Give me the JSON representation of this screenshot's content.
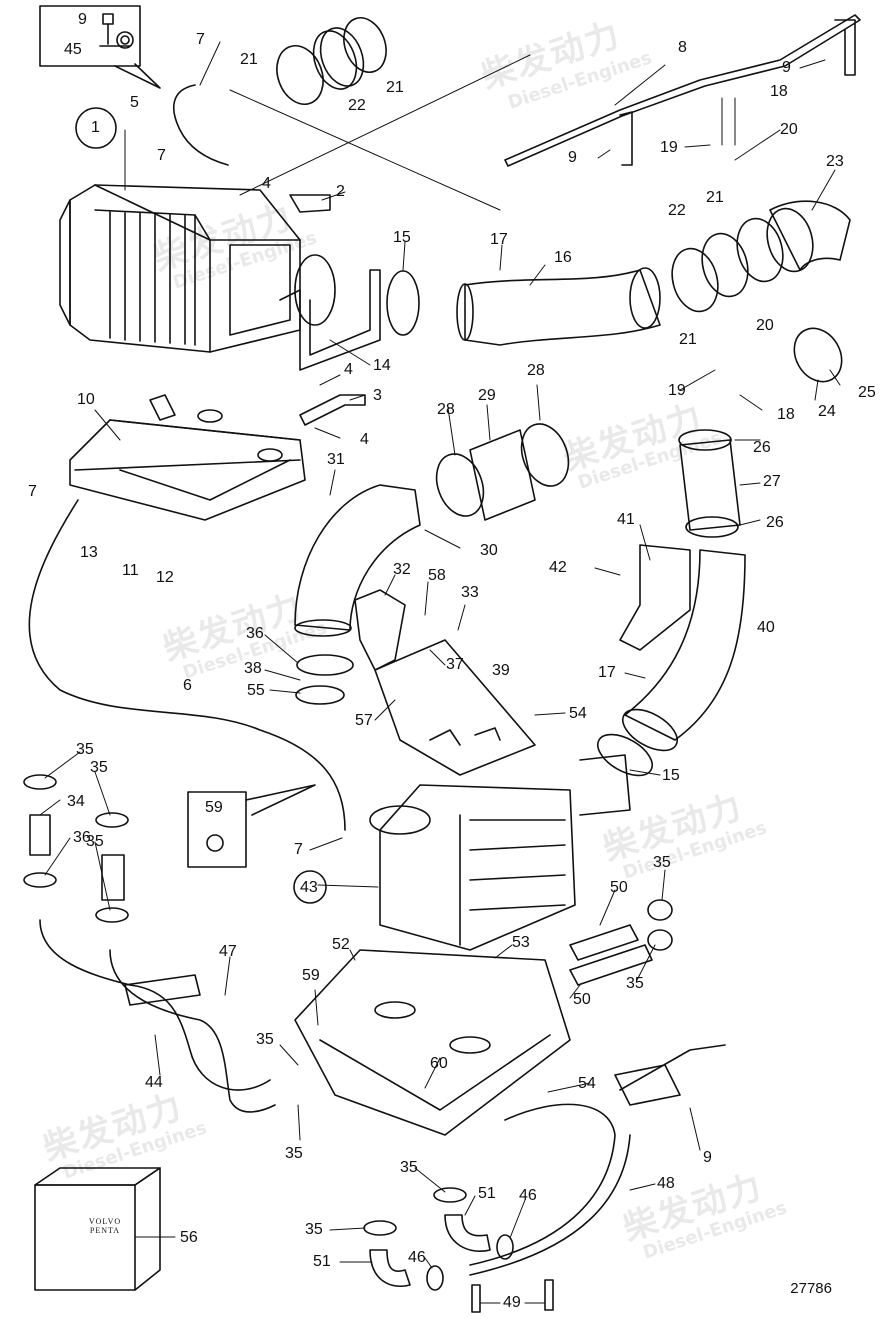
{
  "diagram": {
    "drawing_number": "27786",
    "watermark": {
      "main": "柴发动力",
      "sub": "Diesel-Engines"
    },
    "manual_box_brand": [
      "VOLVO",
      "PENTA"
    ],
    "labels": [
      {
        "id": "l9a",
        "text": "9"
      },
      {
        "id": "l45",
        "text": "45"
      },
      {
        "id": "l7a",
        "text": "7"
      },
      {
        "id": "l21a",
        "text": "21"
      },
      {
        "id": "l21b",
        "text": "21"
      },
      {
        "id": "l22a",
        "text": "22"
      },
      {
        "id": "l8",
        "text": "8"
      },
      {
        "id": "l9b",
        "text": "9"
      },
      {
        "id": "l18a",
        "text": "18"
      },
      {
        "id": "l5",
        "text": "5"
      },
      {
        "id": "l1",
        "text": "1"
      },
      {
        "id": "l7b",
        "text": "7"
      },
      {
        "id": "l4a",
        "text": "4"
      },
      {
        "id": "l2",
        "text": "2"
      },
      {
        "id": "l9c",
        "text": "9"
      },
      {
        "id": "l19a",
        "text": "19"
      },
      {
        "id": "l20a",
        "text": "20"
      },
      {
        "id": "l23",
        "text": "23"
      },
      {
        "id": "l15a",
        "text": "15"
      },
      {
        "id": "l17a",
        "text": "17"
      },
      {
        "id": "l16",
        "text": "16"
      },
      {
        "id": "l22b",
        "text": "22"
      },
      {
        "id": "l21c",
        "text": "21"
      },
      {
        "id": "l21d",
        "text": "21"
      },
      {
        "id": "l20b",
        "text": "20"
      },
      {
        "id": "l14",
        "text": "14"
      },
      {
        "id": "l4b",
        "text": "4"
      },
      {
        "id": "l3",
        "text": "3"
      },
      {
        "id": "l4c",
        "text": "4"
      },
      {
        "id": "l19b",
        "text": "19"
      },
      {
        "id": "l18b",
        "text": "18"
      },
      {
        "id": "l25",
        "text": "25"
      },
      {
        "id": "l24",
        "text": "24"
      },
      {
        "id": "l10",
        "text": "10"
      },
      {
        "id": "l28a",
        "text": "28"
      },
      {
        "id": "l29",
        "text": "29"
      },
      {
        "id": "l28b",
        "text": "28"
      },
      {
        "id": "l26a",
        "text": "26"
      },
      {
        "id": "l7c",
        "text": "7"
      },
      {
        "id": "l31",
        "text": "31"
      },
      {
        "id": "l27",
        "text": "27"
      },
      {
        "id": "l26b",
        "text": "26"
      },
      {
        "id": "l13",
        "text": "13"
      },
      {
        "id": "l11",
        "text": "11"
      },
      {
        "id": "l12",
        "text": "12"
      },
      {
        "id": "l30",
        "text": "30"
      },
      {
        "id": "l41",
        "text": "41"
      },
      {
        "id": "l42",
        "text": "42"
      },
      {
        "id": "l32",
        "text": "32"
      },
      {
        "id": "l58",
        "text": "58"
      },
      {
        "id": "l33",
        "text": "33"
      },
      {
        "id": "l40",
        "text": "40"
      },
      {
        "id": "l36",
        "text": "36"
      },
      {
        "id": "l37",
        "text": "37"
      },
      {
        "id": "l38",
        "text": "38"
      },
      {
        "id": "l39",
        "text": "39"
      },
      {
        "id": "l17b",
        "text": "17"
      },
      {
        "id": "l55",
        "text": "55"
      },
      {
        "id": "l6",
        "text": "6"
      },
      {
        "id": "l54a",
        "text": "54"
      },
      {
        "id": "l57",
        "text": "57"
      },
      {
        "id": "l15b",
        "text": "15"
      },
      {
        "id": "l35a",
        "text": "35"
      },
      {
        "id": "l35b",
        "text": "35"
      },
      {
        "id": "l34",
        "text": "34"
      },
      {
        "id": "l59a",
        "text": "59"
      },
      {
        "id": "l36b",
        "text": "36"
      },
      {
        "id": "l35c",
        "text": "35"
      },
      {
        "id": "l7d",
        "text": "7"
      },
      {
        "id": "l43",
        "text": "43"
      },
      {
        "id": "l35d",
        "text": "35"
      },
      {
        "id": "l50a",
        "text": "50"
      },
      {
        "id": "l52",
        "text": "52"
      },
      {
        "id": "l53",
        "text": "53"
      },
      {
        "id": "l35e",
        "text": "35"
      },
      {
        "id": "l47",
        "text": "47"
      },
      {
        "id": "l50b",
        "text": "50"
      },
      {
        "id": "l59b",
        "text": "59"
      },
      {
        "id": "l44",
        "text": "44"
      },
      {
        "id": "l35f",
        "text": "35"
      },
      {
        "id": "l60",
        "text": "60"
      },
      {
        "id": "l54b",
        "text": "54"
      },
      {
        "id": "l35g",
        "text": "35"
      },
      {
        "id": "l9d",
        "text": "9"
      },
      {
        "id": "l35h",
        "text": "35"
      },
      {
        "id": "l51a",
        "text": "51"
      },
      {
        "id": "l46a",
        "text": "46"
      },
      {
        "id": "l48",
        "text": "48"
      },
      {
        "id": "l56",
        "text": "56"
      },
      {
        "id": "l35i",
        "text": "35"
      },
      {
        "id": "l46b",
        "text": "46"
      },
      {
        "id": "l51b",
        "text": "51"
      },
      {
        "id": "l49",
        "text": "49"
      }
    ]
  }
}
